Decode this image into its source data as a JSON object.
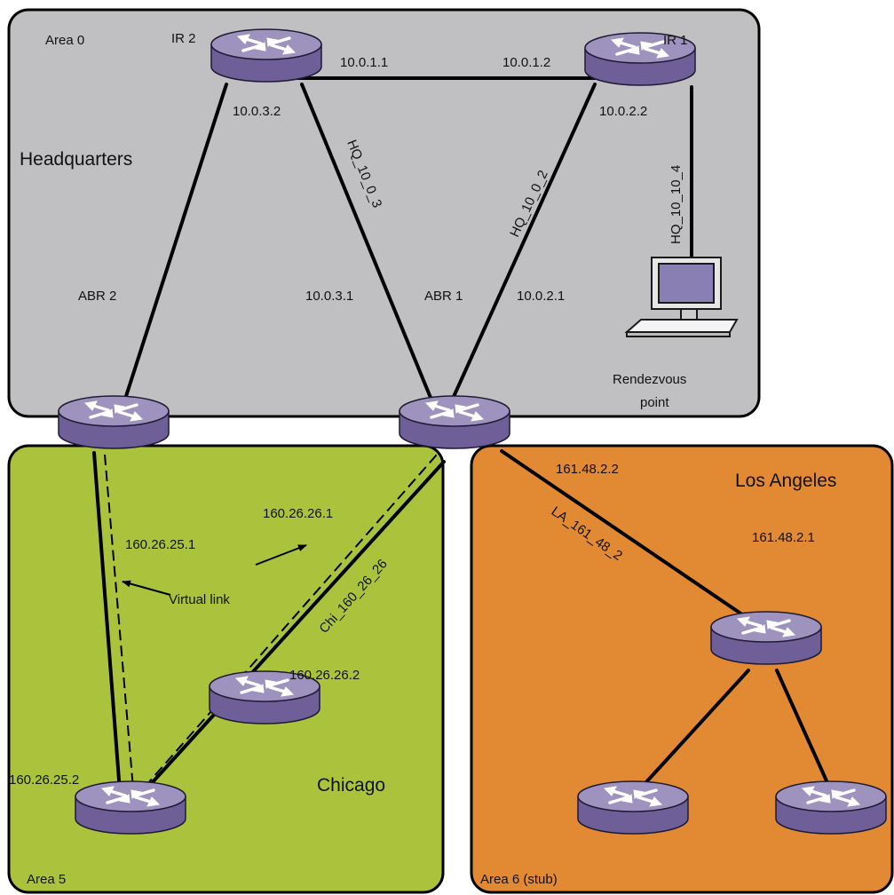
{
  "colors": {
    "hq_area": "#c0c0c2",
    "chicago_area": "#abc33c",
    "la_area": "#e18933",
    "router_top": "#9e93bf",
    "router_side": "#6f5f99",
    "router_outline": "#1f1a33",
    "link": "#000000"
  },
  "areas": {
    "hq": {
      "label": "Area 0",
      "region": "Headquarters"
    },
    "chicago": {
      "label": "Area 5",
      "region": "Chicago"
    },
    "la": {
      "label": "Area 6 (stub)",
      "region": "Los Angeles"
    }
  },
  "routers": {
    "ir2": {
      "name": "IR 2",
      "icon": "router-icon"
    },
    "ir1": {
      "name": "IR 1",
      "icon": "router-icon"
    },
    "abr2": {
      "name": "ABR 2",
      "icon": "router-icon"
    },
    "abr1": {
      "name": "ABR 1",
      "icon": "router-icon"
    },
    "chi_mid": {
      "icon": "router-icon"
    },
    "chi_bottom": {
      "icon": "router-icon"
    },
    "la_top": {
      "icon": "router-icon"
    },
    "la_left": {
      "icon": "router-icon"
    },
    "la_right": {
      "icon": "router-icon"
    }
  },
  "rendezvous": {
    "line1": "Rendezvous",
    "line2": "point",
    "icon": "computer-icon"
  },
  "addresses": {
    "ir2_ir1_a": "10.0.1.1",
    "ir2_ir1_b": "10.0.1.2",
    "ir2_down": "10.0.3.2",
    "ir1_down": "10.0.2.2",
    "abr1_ir2": "10.0.3.1",
    "abr1_ir1": "10.0.2.1",
    "abr1_chi": "160.26.26.1",
    "abr2_chi": "160.26.25.1",
    "chi_mid": "160.26.26.2",
    "chi_bottom": "160.26.25.2",
    "abr1_la": "161.48.2.2",
    "la_top": "161.48.2.1"
  },
  "links": {
    "hq_10_0_3": "HQ_10_0_3",
    "hq_10_0_2": "HQ_10_0_2",
    "hq_10_10_4": "HQ_10_10_4",
    "chi": "Chi_160_26_26",
    "la": "LA_161_48_2"
  },
  "virtual_link": {
    "label": "Virtual link"
  }
}
